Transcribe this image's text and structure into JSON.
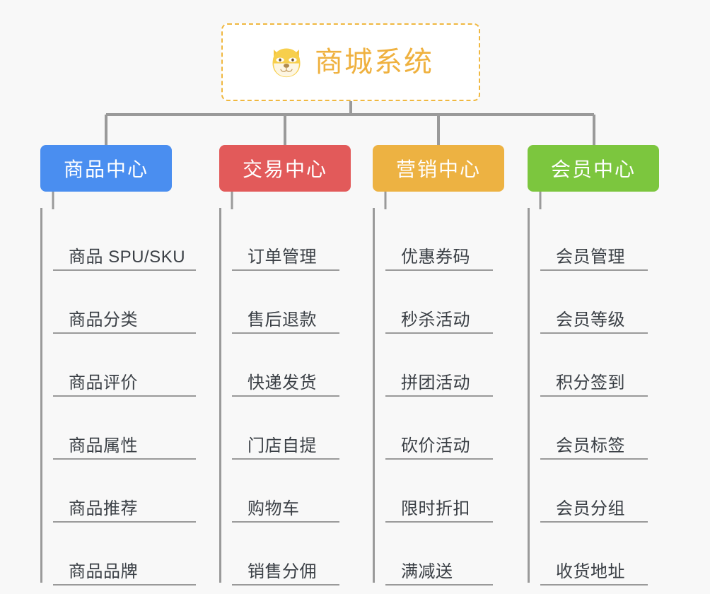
{
  "background_color": "#f8f8f8",
  "root": {
    "title": "商城系统",
    "icon": "shiba-dog-face-icon",
    "text_color": "#efb13f",
    "border_color": "#f0b840",
    "background_color": "#ffffff"
  },
  "connector_color": "#9a9a9a",
  "columns": [
    {
      "title": "商品中心",
      "color": "#4a8ef0",
      "items": [
        "商品 SPU/SKU",
        "商品分类",
        "商品评价",
        "商品属性",
        "商品推荐",
        "商品品牌"
      ]
    },
    {
      "title": "交易中心",
      "color": "#e25a5a",
      "items": [
        "订单管理",
        "售后退款",
        "快递发货",
        "门店自提",
        "购物车",
        "销售分佣"
      ]
    },
    {
      "title": "营销中心",
      "color": "#edb242",
      "items": [
        "优惠券码",
        "秒杀活动",
        "拼团活动",
        "砍价活动",
        "限时折扣",
        "满减送"
      ]
    },
    {
      "title": "会员中心",
      "color": "#7cc63e",
      "items": [
        "会员管理",
        "会员等级",
        "积分签到",
        "会员标签",
        "会员分组",
        "收货地址"
      ]
    }
  ]
}
